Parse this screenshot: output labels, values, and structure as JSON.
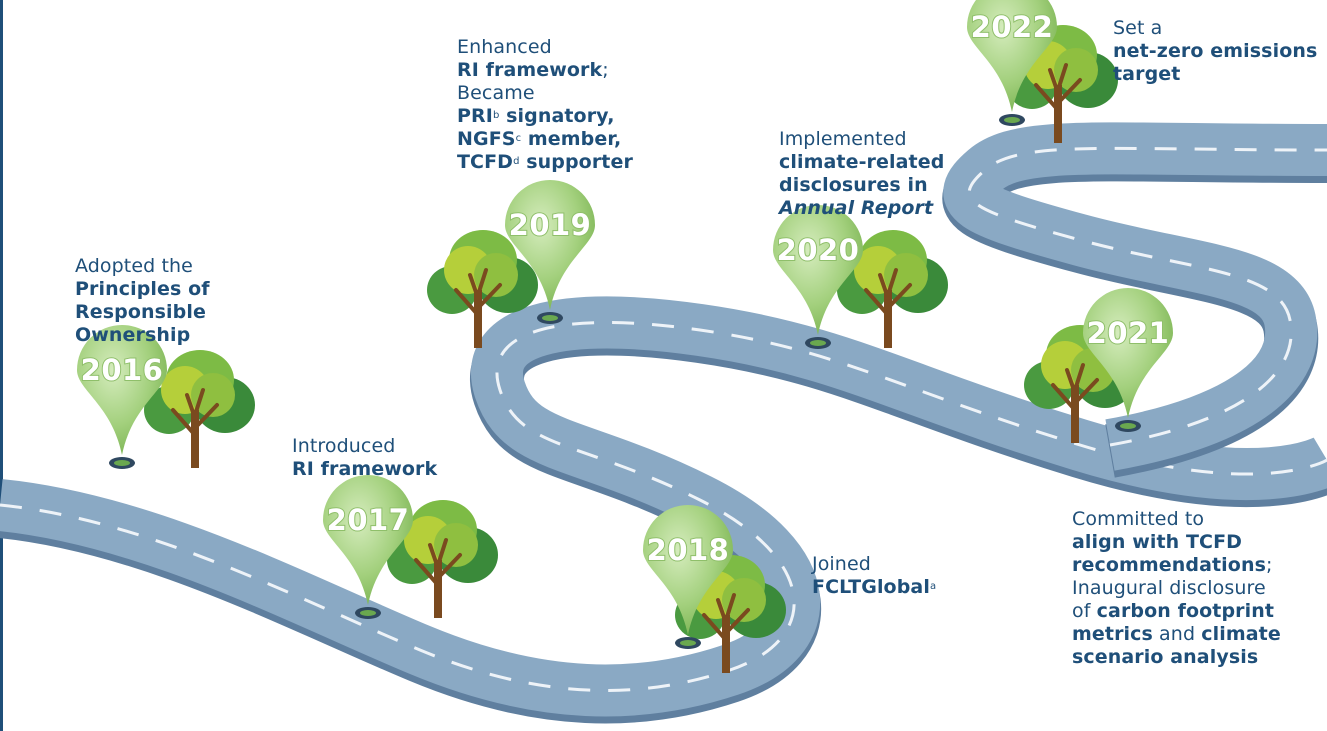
{
  "milestones": [
    {
      "year": "2016",
      "lines": [
        {
          "runs": [
            {
              "t": "Adopted the"
            }
          ]
        },
        {
          "runs": [
            {
              "t": "Principles of",
              "b": true
            }
          ]
        },
        {
          "runs": [
            {
              "t": "Responsible",
              "b": true
            }
          ]
        },
        {
          "runs": [
            {
              "t": "Ownership",
              "b": true
            }
          ]
        }
      ]
    },
    {
      "year": "2017",
      "lines": [
        {
          "runs": [
            {
              "t": "Introduced"
            }
          ]
        },
        {
          "runs": [
            {
              "t": "RI framework",
              "b": true
            }
          ]
        }
      ]
    },
    {
      "year": "2018",
      "lines": [
        {
          "runs": [
            {
              "t": "Joined"
            }
          ]
        },
        {
          "runs": [
            {
              "t": "FCLTGlobal",
              "b": true
            },
            {
              "t": "a",
              "sup": true
            }
          ]
        }
      ]
    },
    {
      "year": "2019",
      "lines": [
        {
          "runs": [
            {
              "t": "Enhanced"
            }
          ]
        },
        {
          "runs": [
            {
              "t": "RI framework",
              "b": true
            },
            {
              "t": ";"
            }
          ]
        },
        {
          "runs": [
            {
              "t": "Became"
            }
          ]
        },
        {
          "runs": [
            {
              "t": "PRI",
              "b": true
            },
            {
              "t": "b",
              "sup": true
            },
            {
              "t": " signatory,",
              "b": true
            }
          ]
        },
        {
          "runs": [
            {
              "t": "NGFS",
              "b": true
            },
            {
              "t": "c",
              "sup": true
            },
            {
              "t": " member,",
              "b": true
            }
          ]
        },
        {
          "runs": [
            {
              "t": "TCFD",
              "b": true
            },
            {
              "t": "d",
              "sup": true
            },
            {
              "t": " supporter",
              "b": true
            }
          ]
        }
      ]
    },
    {
      "year": "2020",
      "lines": [
        {
          "runs": [
            {
              "t": "Implemented"
            }
          ]
        },
        {
          "runs": [
            {
              "t": "climate-related",
              "b": true
            }
          ]
        },
        {
          "runs": [
            {
              "t": "disclosures in",
              "b": true
            }
          ]
        },
        {
          "runs": [
            {
              "t": "Annual Report",
              "b": true,
              "i": true
            }
          ]
        }
      ]
    },
    {
      "year": "2021",
      "lines": [
        {
          "runs": [
            {
              "t": "Committed to"
            }
          ]
        },
        {
          "runs": [
            {
              "t": "align with TCFD",
              "b": true
            }
          ]
        },
        {
          "runs": [
            {
              "t": "recommendations",
              "b": true
            },
            {
              "t": ";"
            }
          ]
        },
        {
          "runs": [
            {
              "t": "Inaugural disclosure"
            }
          ]
        },
        {
          "runs": [
            {
              "t": "of "
            },
            {
              "t": "carbon footprint",
              "b": true
            }
          ]
        },
        {
          "runs": [
            {
              "t": "metrics",
              "b": true
            },
            {
              "t": " and "
            },
            {
              "t": "climate",
              "b": true
            }
          ]
        },
        {
          "runs": [
            {
              "t": "scenario analysis",
              "b": true
            }
          ]
        }
      ]
    },
    {
      "year": "2022",
      "lines": [
        {
          "runs": [
            {
              "t": "Set a"
            }
          ]
        },
        {
          "runs": [
            {
              "t": "net-zero emissions",
              "b": true
            }
          ]
        },
        {
          "runs": [
            {
              "t": "target",
              "b": true
            }
          ]
        }
      ]
    }
  ],
  "colors": {
    "road": "#7f9fbd",
    "road_shadow": "#5f7f9f",
    "dash": "#e6eef5",
    "pin": "#8fc36a",
    "pin_light": "#c6e3a8",
    "text": "#1f4f79",
    "trunk": "#7a4a1f",
    "leaf_dark": "#3a8a3a",
    "leaf_mid": "#6ab04c",
    "leaf_light": "#b5cf3a"
  }
}
